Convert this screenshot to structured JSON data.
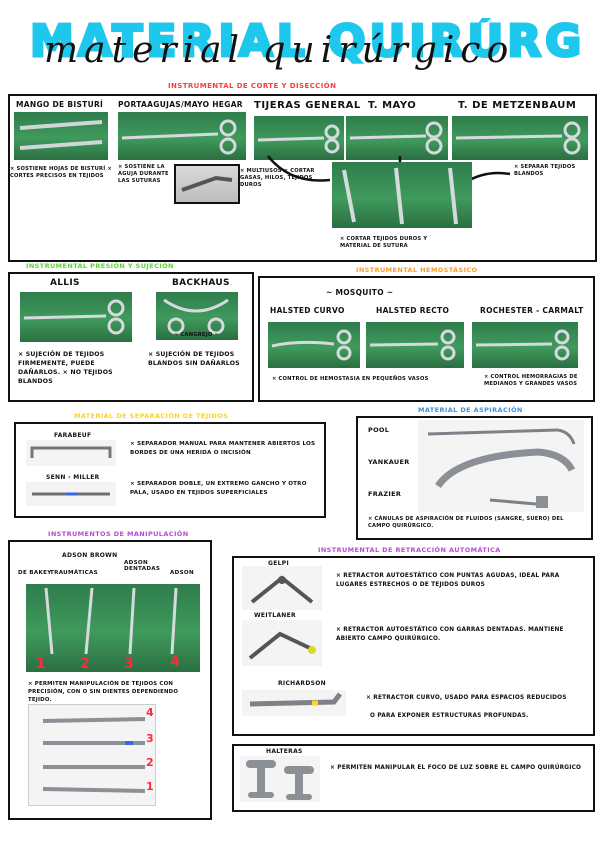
{
  "title": "material quirúrgico",
  "sections": {
    "corte": "INSTRUMENTAL DE CORTE Y DISECCIÓN",
    "presion": "INSTRUMENTAL PRESIÓN Y SUJECIÓN",
    "hemostasico": "INSTRUMENTAL HEMOSTÁSICO",
    "separacion": "MATERIAL DE SEPARACIÓN DE TEJIDOS",
    "aspiracion": "MATERIAL DE ASPIRACIÓN",
    "manipulacion": "INSTRUMENTOS DE MANIPULACIÓN",
    "retraccion": "INSTRUMENTAL DE RETRACCIÓN AUTOMÁTICA"
  },
  "corte": {
    "mango_label": "MANGO DE BISTURÍ",
    "portaagujas_label": "PORTAAGUJAS/MAYO HEGAR",
    "tijeras_general": "TIJERAS GENERAL",
    "t_mayo": "T. MAYO",
    "t_metzenbaum": "T. DE METZENBAUM",
    "mango_note": "× SOSTIENE HOJAS DE BISTURÍ × CORTES PRECISOS EN TEJIDOS",
    "portaagujas_note": "× SOSTIENE LA AGUJA DURANTE LAS SUTURAS",
    "tijeras_note": "× MULTIUSOS × CORTAR GASAS, HILOS, TEJIDOS DUROS",
    "metzenbaum_note": "× SEPARAR TEJIDOS BLANDOS",
    "mayo_note": "× CORTAR TEJIDOS DUROS Y MATERIAL DE SUTURA"
  },
  "presion": {
    "allis": "ALLIS",
    "backhaus": "BACKHAUS",
    "backhaus_tag": "~ CANGREJO ~",
    "allis_note": "× SUJECIÓN DE TEJIDOS FIRMEMENTE, PUEDE DAÑARLOS. × NO TEJIDOS BLANDOS",
    "backhaus_note": "× SUJECIÓN DE TEJIDOS BLANDOS SIN DAÑARLOS"
  },
  "hemostasico": {
    "subtitle": "~ MOSQUITO ~",
    "curvo": "HALSTED CURVO",
    "recto": "HALSTED RECTO",
    "rochester": "ROCHESTER - CARMALT",
    "note1": "× CONTROL DE HEMOSTASIA EN PEQUEÑOS VASOS",
    "note2": "× CONTROL HEMORRAGIAS DE MEDIANOS Y GRANDES VASOS"
  },
  "separacion": {
    "farabeuf": "FARABEUF",
    "senn": "SENN - MILLER",
    "farabeuf_note": "× SEPARADOR MANUAL PARA MANTENER ABIERTOS LOS BORDES DE UNA HERIDA O INCISIÓN",
    "senn_note": "× SEPARADOR DOBLE, UN EXTREMO GANCHO Y OTRO PALA, USADO EN TEJIDOS SUPERFICIALES"
  },
  "aspiracion": {
    "pool": "POOL",
    "yankauer": "YANKAUER",
    "frazier": "FRAZIER",
    "note": "× CÁNULAS DE ASPIRACIÓN DE FLUIDOS (SANGRE, SUERO) DEL CAMPO QUIRÚRGICO."
  },
  "manipulacion": {
    "adson_brown": "ADSON BROWN",
    "debakey": "DE BAKEY",
    "traumaticas": "TRAUMÁTICAS",
    "adson_dentadas": "ADSON DENTADAS",
    "adson": "ADSON",
    "badges": [
      "1",
      "2",
      "3",
      "4"
    ],
    "note": "× PERMITEN MANIPULACIÓN DE TEJIDOS CON PRECISIÓN, CON O SIN DIENTES DEPENDIENDO TEJIDO."
  },
  "retraccion": {
    "gelpi": "GELPI",
    "weitlaner": "WEITLANER",
    "richardson": "RICHARDSON",
    "gelpi_note": "× RETRACTOR AUTOESTÁTICO CON PUNTAS AGUDAS, IDEAL PARA LUGARES ESTRECHOS O DE TEJIDOS DUROS",
    "weitlaner_note": "× RETRACTOR AUTOESTÁTICO CON GARRAS DENTADAS. MANTIENE ABIERTO CAMPO QUIRÚRGICO.",
    "richardson_note1": "× RETRACTOR CURVO, USADO PARA ESPACIOS REDUCIDOS",
    "richardson_note2": "O PARA EXPONER ESTRUCTURAS PROFUNDAS."
  },
  "mancuernas": {
    "label": "HALTERAS",
    "note": "× PERMITEN MANIPULAR EL FOCO DE LUZ SOBRE EL CAMPO QUIRÚRGICO"
  },
  "colors": {
    "title_fill": "#1ec8ec",
    "section_red": "#ff3b3b",
    "section_green": "#57d72c",
    "section_orange": "#ff9a1f",
    "section_blue": "#3a8fe0",
    "section_purple": "#b84ad8",
    "section_yellow": "#ffd21f",
    "photo_green": "#3a8f57"
  }
}
